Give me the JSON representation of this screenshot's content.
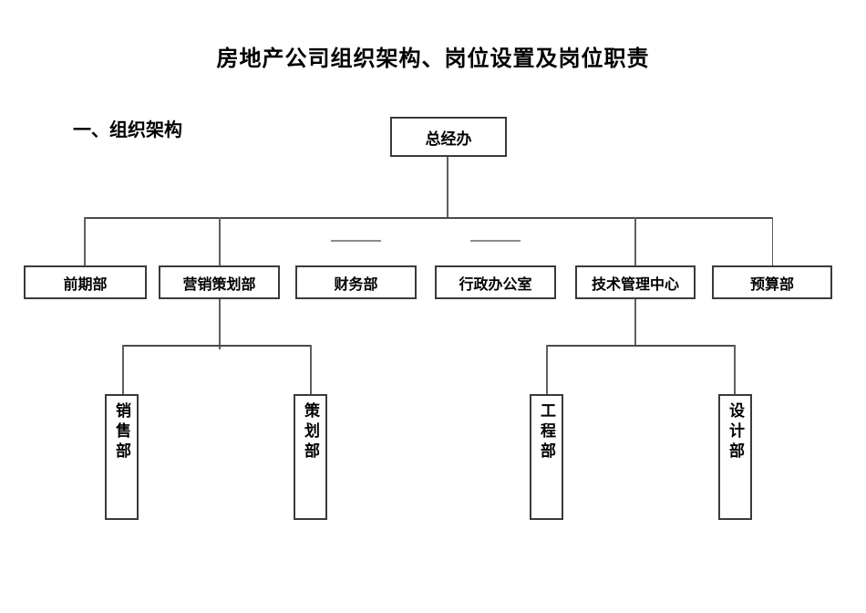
{
  "page": {
    "title": "房地产公司组织架构、岗位设置及岗位职责",
    "section_heading": "一、组织架构"
  },
  "colors": {
    "background": "#ffffff",
    "text": "#000000",
    "box_border": "#3a3a3a",
    "connector_line": "#5f5f5f",
    "dash_stub": "#8c8c8c"
  },
  "org_chart": {
    "type": "org-tree",
    "root": {
      "label": "总经办"
    },
    "departments": [
      {
        "label": "前期部"
      },
      {
        "label": "营销策划部"
      },
      {
        "label": "财务部"
      },
      {
        "label": "行政办公室"
      },
      {
        "label": "技术管理中心"
      },
      {
        "label": "预算部"
      }
    ],
    "sub_departments": [
      {
        "label": "销售部",
        "parent": "营销策划部"
      },
      {
        "label": "策划部",
        "parent": "营销策划部"
      },
      {
        "label": "工程部",
        "parent": "技术管理中心"
      },
      {
        "label": "设计部",
        "parent": "技术管理中心"
      }
    ]
  }
}
